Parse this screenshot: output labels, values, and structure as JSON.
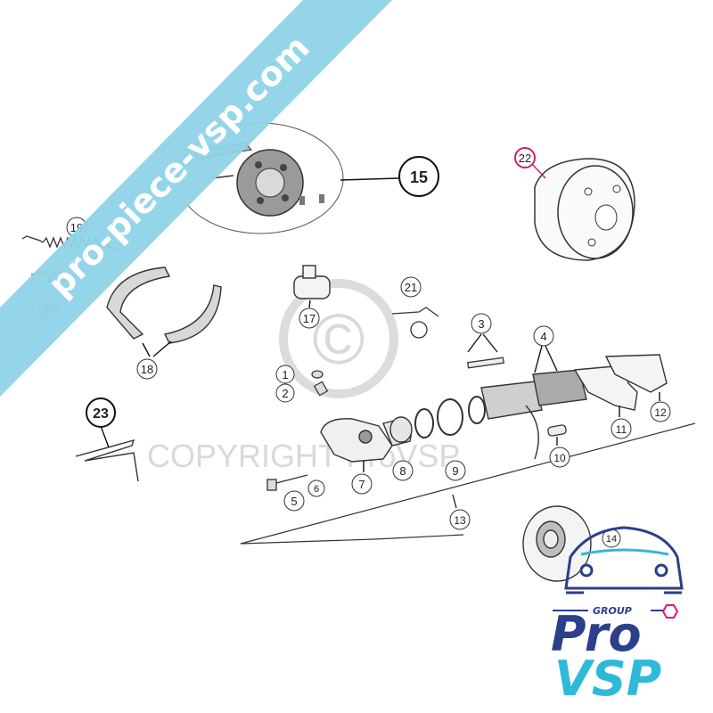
{
  "watermark": {
    "copyright_text": "COPYRIGHT ProVSP",
    "copyright_symbol": "©"
  },
  "banner": {
    "text": "pro-piece-vsp.com",
    "color": "#8fd3e8"
  },
  "callouts": {
    "c1": "1",
    "c2": "2",
    "c3": "3",
    "c4": "4",
    "c5": "5",
    "c6": "6",
    "c7": "7",
    "c8": "8",
    "c9": "9",
    "c10": "10",
    "c11": "11",
    "c12": "12",
    "c13": "13",
    "c14": "14",
    "c15": "15",
    "c17": "17",
    "c18": "18",
    "c19": "19",
    "c20": "20",
    "c21": "21",
    "c22": "22",
    "c23": "23"
  },
  "logo": {
    "group": "GROUP",
    "pro": "Pro",
    "vsp": "VSP",
    "colors": {
      "navy": "#2c3f8a",
      "cyan": "#2fb9d8",
      "magenta": "#e0157a"
    }
  }
}
